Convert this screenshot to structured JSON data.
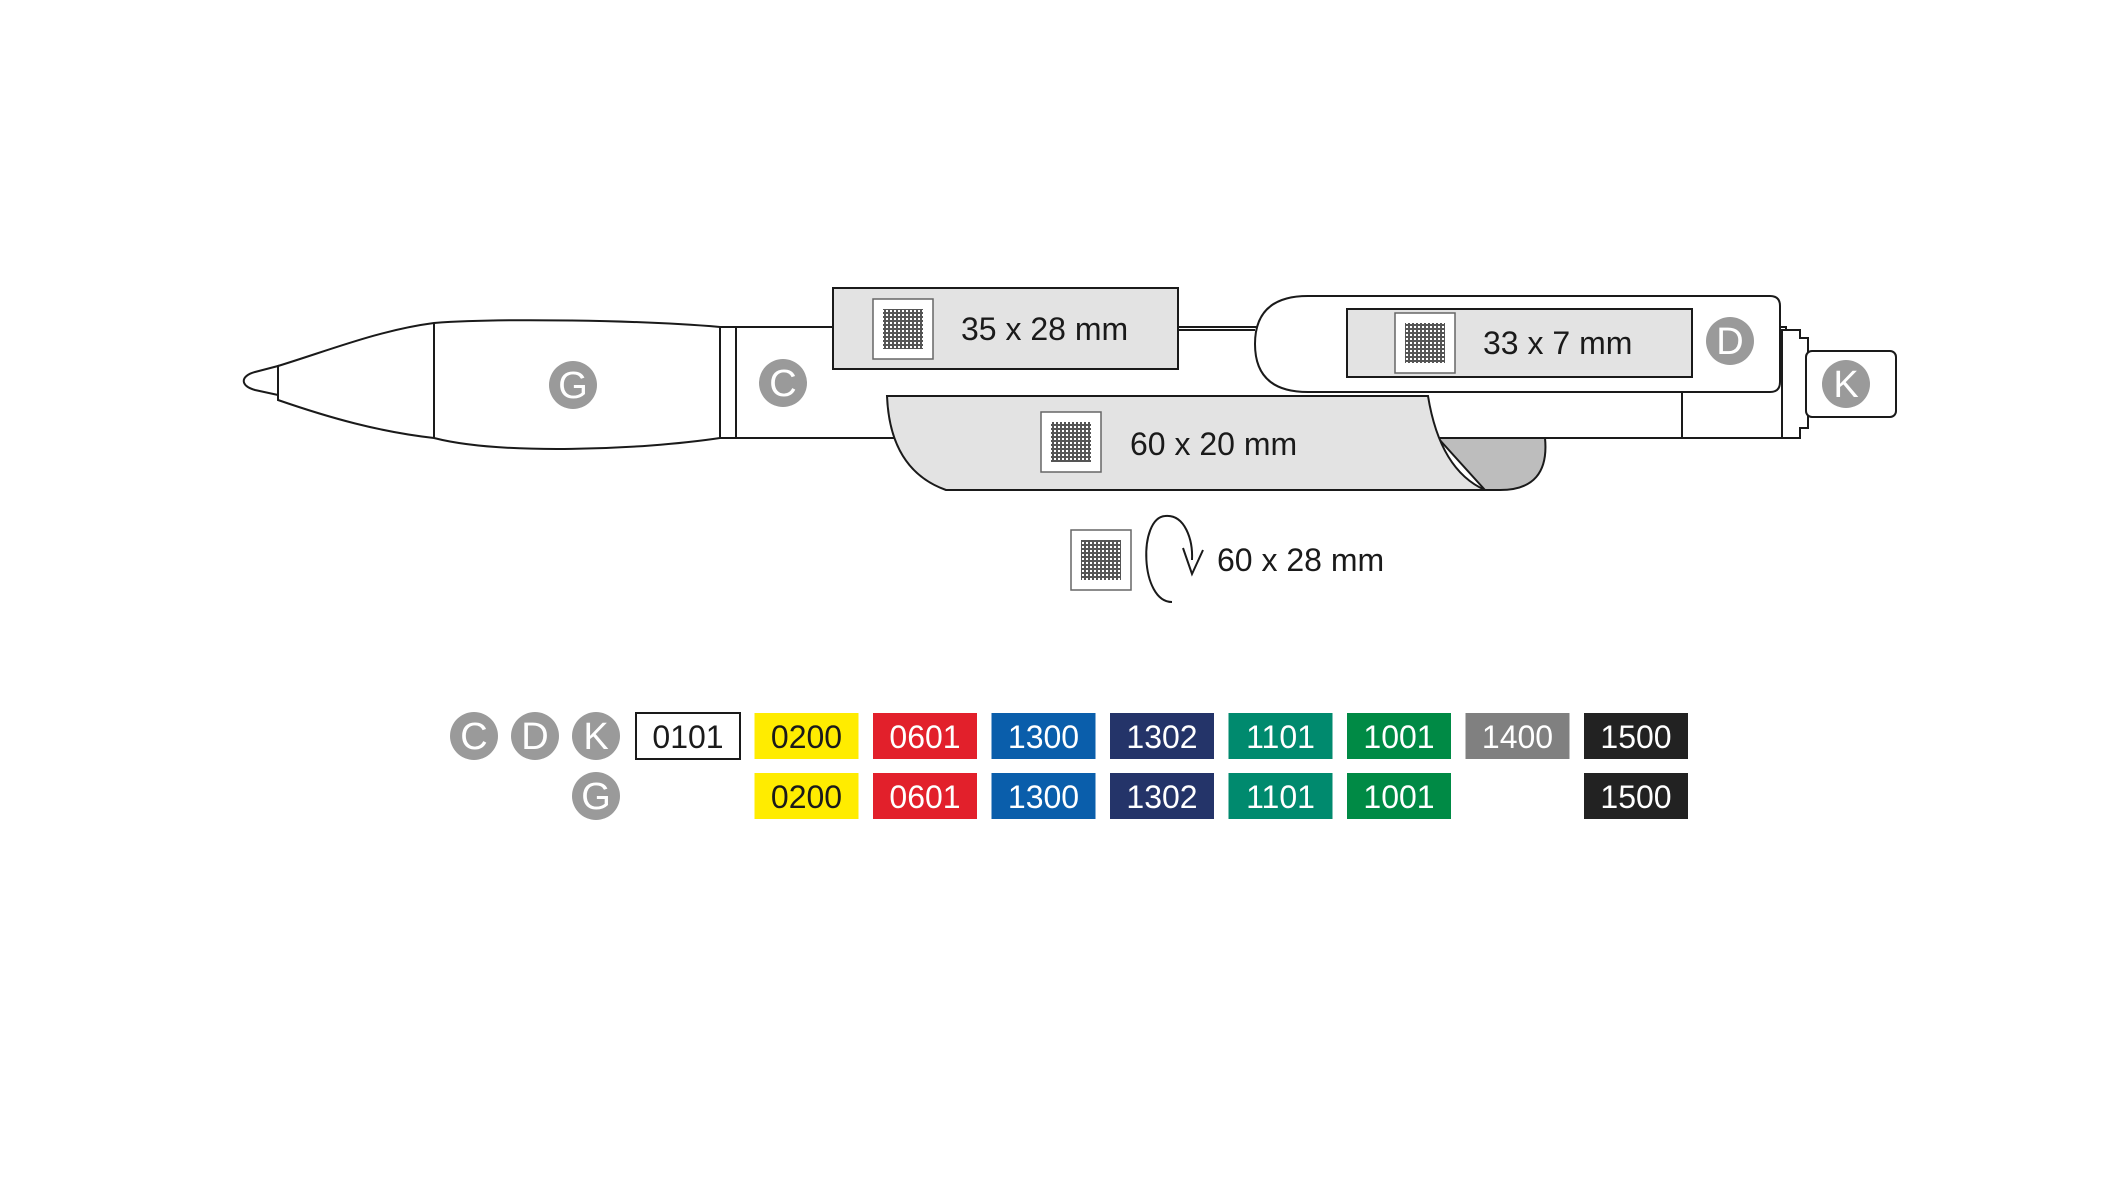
{
  "print_areas": {
    "clip_label": "35 x 28 mm",
    "push_button_label": "33 x 7 mm",
    "barrel_label": "60 x 20 mm",
    "rotary_label": "60 x 28 mm"
  },
  "part_markers": {
    "grip": "G",
    "barrel": "C",
    "clip": "D",
    "button": "K"
  },
  "color_table": {
    "row1": {
      "parts": [
        "C",
        "D",
        "K"
      ],
      "swatches": [
        {
          "code": "0101",
          "bg": "#ffffff",
          "text": "#1a1a1a",
          "outline": true
        },
        {
          "code": "0200",
          "bg": "#ffec00",
          "text": "#1a1a1a"
        },
        {
          "code": "0601",
          "bg": "#e2202b",
          "text": "#ffffff"
        },
        {
          "code": "1300",
          "bg": "#0a5eab",
          "text": "#ffffff"
        },
        {
          "code": "1302",
          "bg": "#243469",
          "text": "#ffffff"
        },
        {
          "code": "1101",
          "bg": "#008a6e",
          "text": "#ffffff"
        },
        {
          "code": "1001",
          "bg": "#008a45",
          "text": "#ffffff"
        },
        {
          "code": "1400",
          "bg": "#808080",
          "text": "#ffffff"
        },
        {
          "code": "1500",
          "bg": "#222222",
          "text": "#ffffff"
        }
      ]
    },
    "row2": {
      "parts": [
        "G"
      ],
      "swatches": [
        {
          "code": "0200",
          "bg": "#ffec00",
          "text": "#1a1a1a",
          "slot": 1
        },
        {
          "code": "0601",
          "bg": "#e2202b",
          "text": "#ffffff",
          "slot": 2
        },
        {
          "code": "1300",
          "bg": "#0a5eab",
          "text": "#ffffff",
          "slot": 3
        },
        {
          "code": "1302",
          "bg": "#243469",
          "text": "#ffffff",
          "slot": 4
        },
        {
          "code": "1101",
          "bg": "#008a6e",
          "text": "#ffffff",
          "slot": 5
        },
        {
          "code": "1001",
          "bg": "#008a45",
          "text": "#ffffff",
          "slot": 6
        },
        {
          "code": "1500",
          "bg": "#222222",
          "text": "#ffffff",
          "slot": 8
        }
      ]
    }
  },
  "colors": {
    "marker_gray": "#9a9a9a",
    "print_area_fill": "#e3e3e3",
    "outline": "#1a1a1a"
  }
}
